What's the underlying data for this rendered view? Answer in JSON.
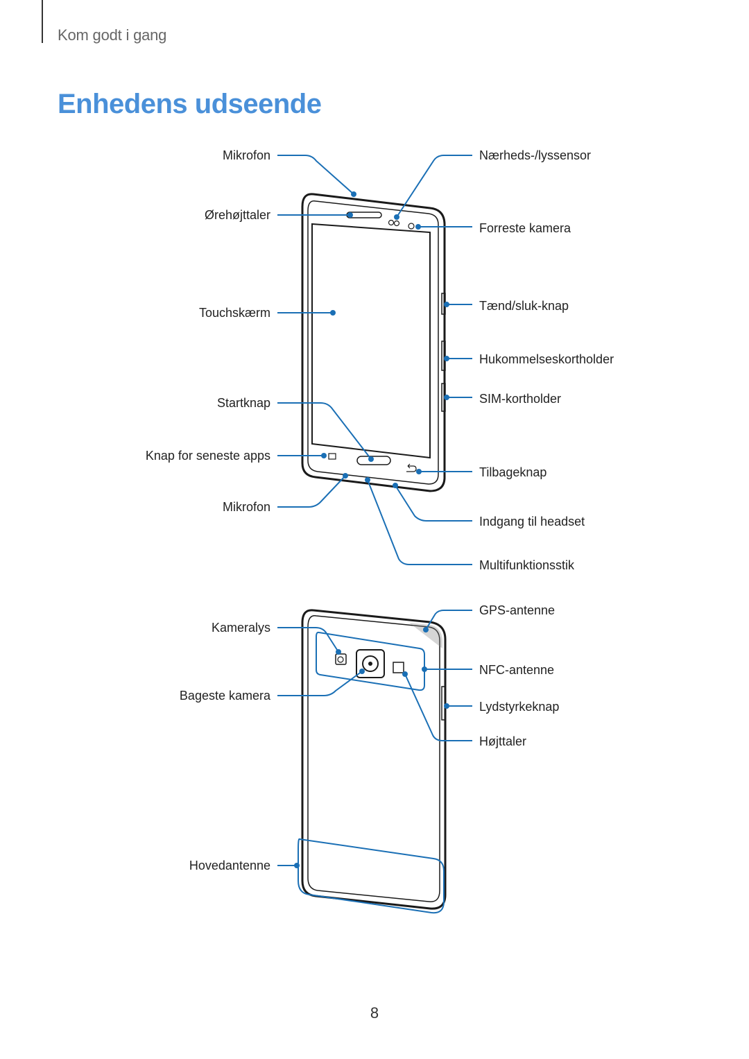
{
  "header": {
    "section": "Kom godt i gang"
  },
  "title": "Enhedens udseende",
  "front_labels": {
    "mic_top": "Mikrofon",
    "earpiece": "Ørehøjttaler",
    "touchscreen": "Touchskærm",
    "home": "Startknap",
    "recent": "Knap for seneste apps",
    "mic_bottom": "Mikrofon",
    "proximity": "Nærheds-/lyssensor",
    "front_camera": "Forreste kamera",
    "power": "Tænd/sluk-knap",
    "memory_card": "Hukommelseskortholder",
    "sim": "SIM-kortholder",
    "back_key": "Tilbageknap",
    "headset": "Indgang til headset",
    "multipurpose": "Multifunktionsstik"
  },
  "back_labels": {
    "flash": "Kameralys",
    "rear_camera": "Bageste kamera",
    "main_antenna": "Hovedantenne",
    "gps": "GPS-antenne",
    "nfc": "NFC-antenne",
    "volume": "Lydstyrkeknap",
    "speaker": "Højttaler"
  },
  "page_number": "8",
  "colors": {
    "accent": "#4a90d9",
    "leader": "#1a6fb5"
  }
}
